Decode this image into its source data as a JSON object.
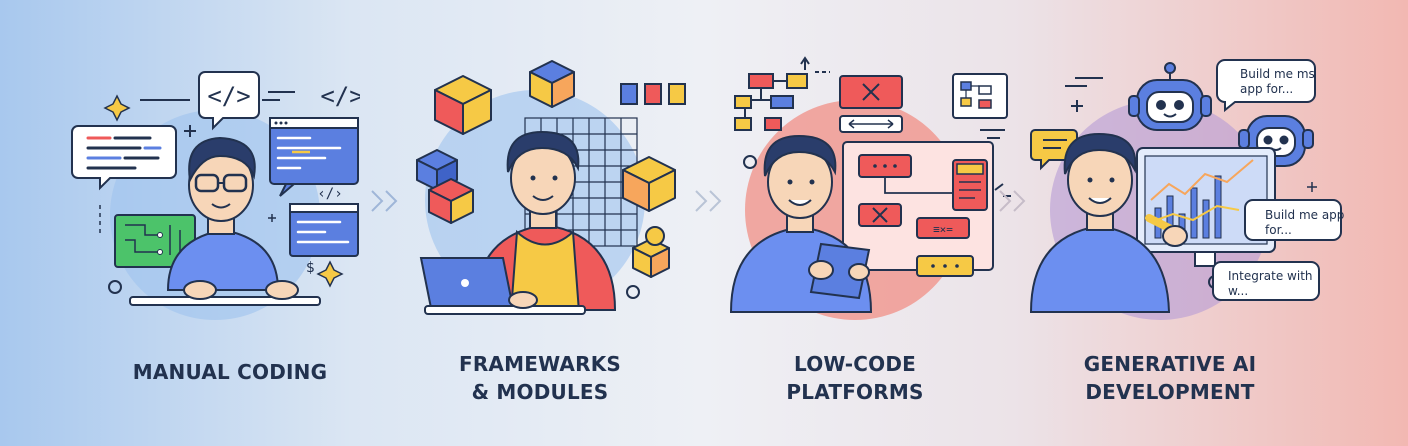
{
  "stages": [
    {
      "id": "manual",
      "lines": [
        "MANUAL CODING"
      ],
      "icon": "code-tag-icon"
    },
    {
      "id": "frameworks",
      "lines": [
        "FRAMEWARKS",
        "& MODULES"
      ],
      "icon": "cubes-icon"
    },
    {
      "id": "lowcode",
      "lines": [
        "LOW-CODE",
        "PLATFORMS"
      ],
      "icon": "flowchart-icon"
    },
    {
      "id": "genai",
      "lines": [
        "GENERATIVE AI",
        "DEVELOPMENT"
      ],
      "icon": "robot-icon"
    }
  ],
  "code_glyphs": {
    "tag1": "</>",
    "tag2": "</>",
    "small": "‹/›",
    "dollar": "$"
  },
  "ai_bubbles": {
    "b1_l1": "Build me ms",
    "b1_l2": "app for...",
    "b2_l1": "Build me app",
    "b2_l2": "for...",
    "b3_l1": "Integrate with",
    "b3_l2": "w..."
  },
  "palette": {
    "navy": "#22324f",
    "blue": "#5b7fe0",
    "red": "#ef5a5a",
    "yellow": "#f6c945",
    "green": "#4cc36a",
    "orange": "#f7a65c"
  }
}
